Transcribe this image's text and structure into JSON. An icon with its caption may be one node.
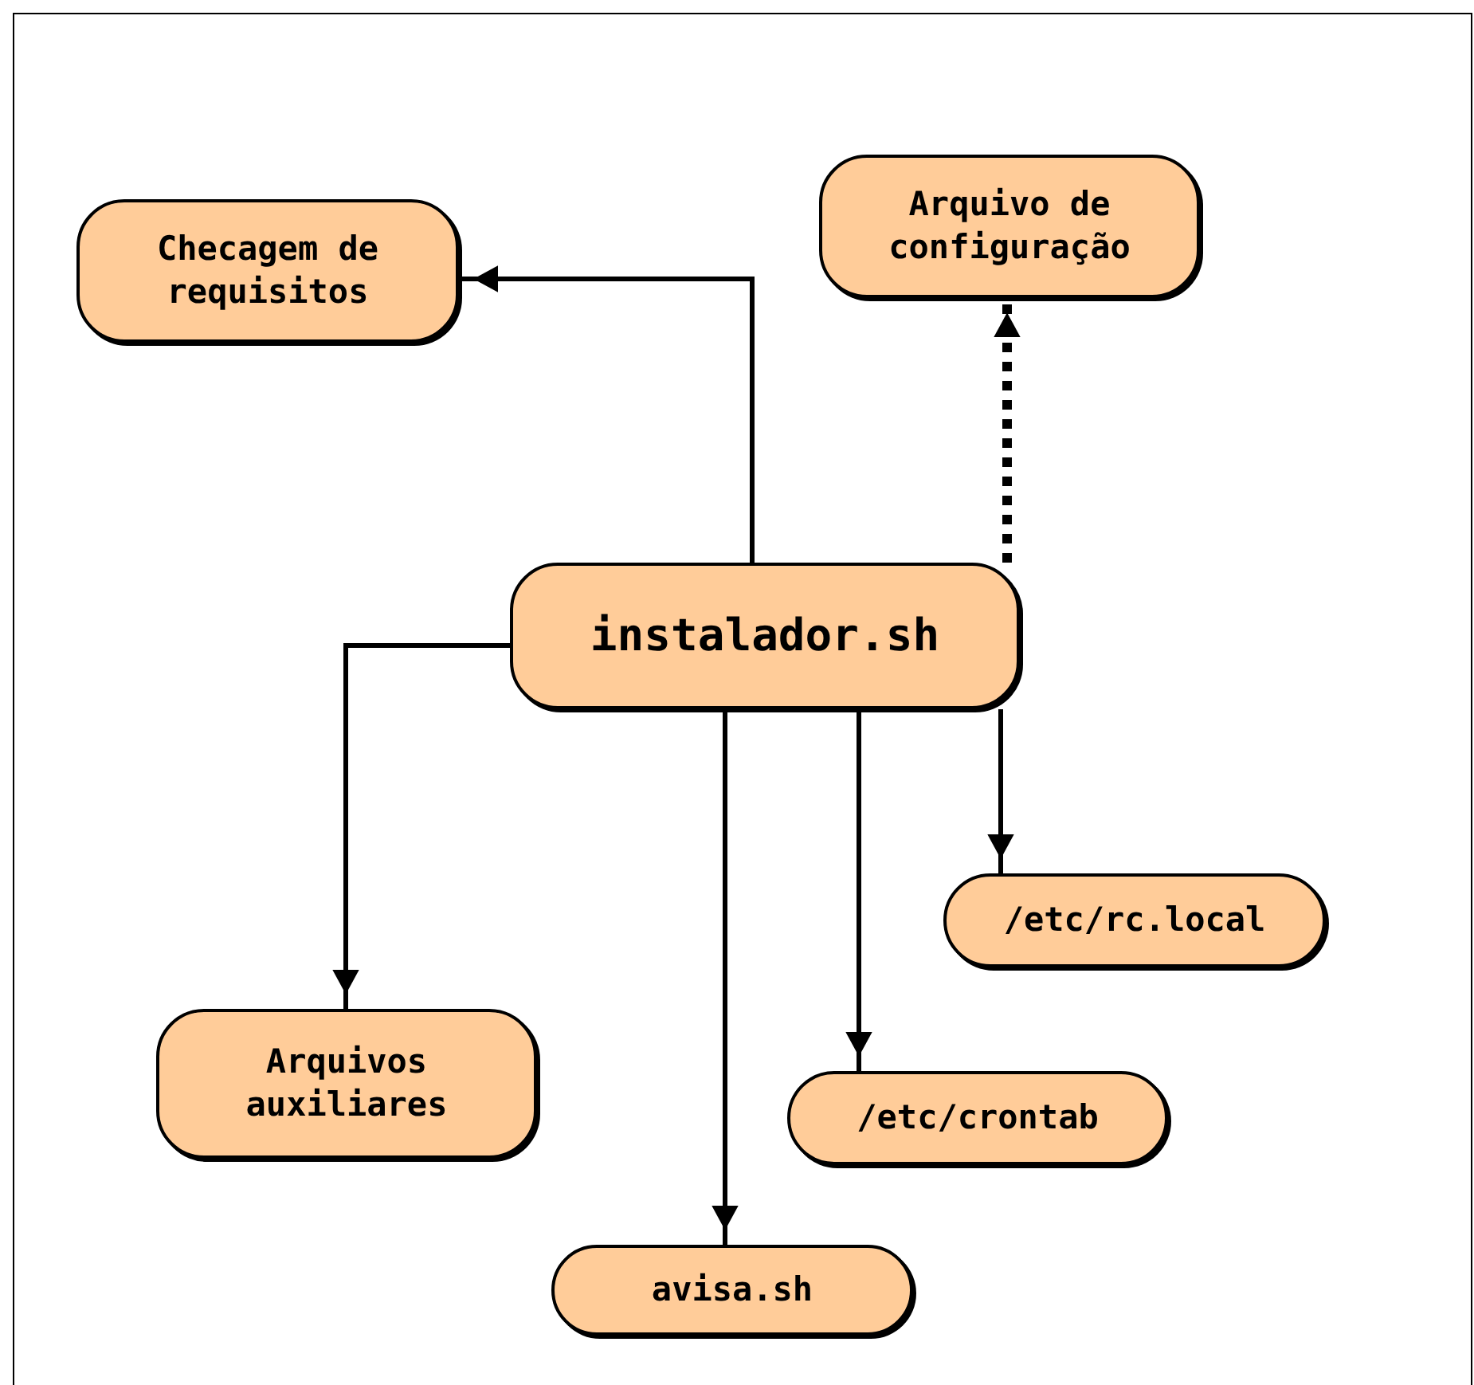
{
  "diagram": {
    "nodes": [
      {
        "text": [
          "Checagem de requisitos"
        ]
      },
      {
        "text": [
          "Arquivo de configuração"
        ]
      },
      {
        "text": [
          "instalador.sh"
        ]
      },
      {
        "text": [
          "/etc/rc.local"
        ]
      },
      {
        "text": [
          "Arquivos auxiliares"
        ]
      },
      {
        "text": [
          "/etc/crontab"
        ]
      },
      {
        "text": [
          "avisa.sh"
        ]
      }
    ],
    "edges": [
      {
        "from": 2,
        "to": 0,
        "arrow": "to"
      },
      {
        "from": 2,
        "to": 1,
        "arrow": "to",
        "style": "dashed"
      },
      {
        "from": 2,
        "to": 4,
        "arrow": "to"
      },
      {
        "from": 2,
        "to": 6,
        "arrow": "to"
      },
      {
        "from": 2,
        "to": 5,
        "arrow": "to"
      },
      {
        "from": 2,
        "to": 3,
        "arrow": "to"
      }
    ]
  }
}
